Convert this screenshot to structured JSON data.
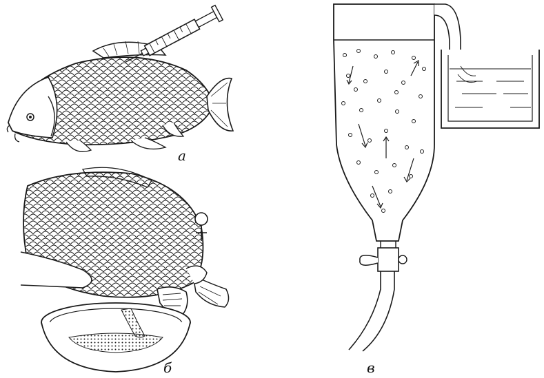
{
  "figure": {
    "panels": [
      {
        "id": "a",
        "label": "а",
        "content": "fish-syringe-injection-illustration"
      },
      {
        "id": "b",
        "label": "б",
        "content": "fish-egg-stripping-illustration"
      },
      {
        "id": "v",
        "label": "в",
        "content": "incubation-apparatus-illustration"
      }
    ],
    "symbols": {
      "female": "♀"
    },
    "colors": {
      "ink": "#1a1a1a",
      "paper": "#ffffff"
    }
  }
}
